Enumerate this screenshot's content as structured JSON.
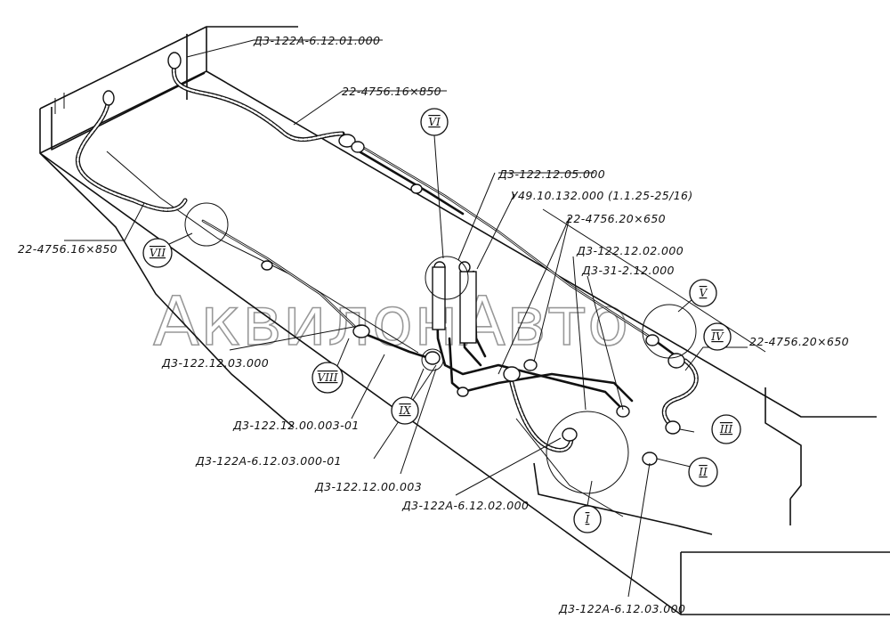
{
  "watermark": "АквилонАвто",
  "labels": {
    "top_part": "Д3-122А-6.12.01.000",
    "hose_top": "22-4756.16×850",
    "hose_left": "22-4756.16×850",
    "part_05": "Д3-122.12.05.000",
    "part_949": "У49.10.132.000 (1.1.25-25/16)",
    "hose_mid": "22-4756.20×650",
    "part_02": "Д3-122.12.02.000",
    "part_31": "Д3-31-2.12.000",
    "hose_right": "22-4756.20×650",
    "part_03": "Д3-122.12.03.000",
    "part_003_01": "Д3-122.12.00.003-01",
    "part_6_03_01": "Д3-122А-6.12.03.000-01",
    "part_003": "Д3-122.12.00.003",
    "part_6_02": "Д3-122А-6.12.02.000",
    "part_6_03": "Д3-122А-6.12.03.000"
  },
  "callouts": {
    "c_vi": "VI",
    "c_vii": "VII",
    "c_viii": "VIII",
    "c_ix": "IX",
    "c_v": "V",
    "c_iv": "IV",
    "c_iii": "III",
    "c_ii": "II",
    "c_i": "I"
  }
}
